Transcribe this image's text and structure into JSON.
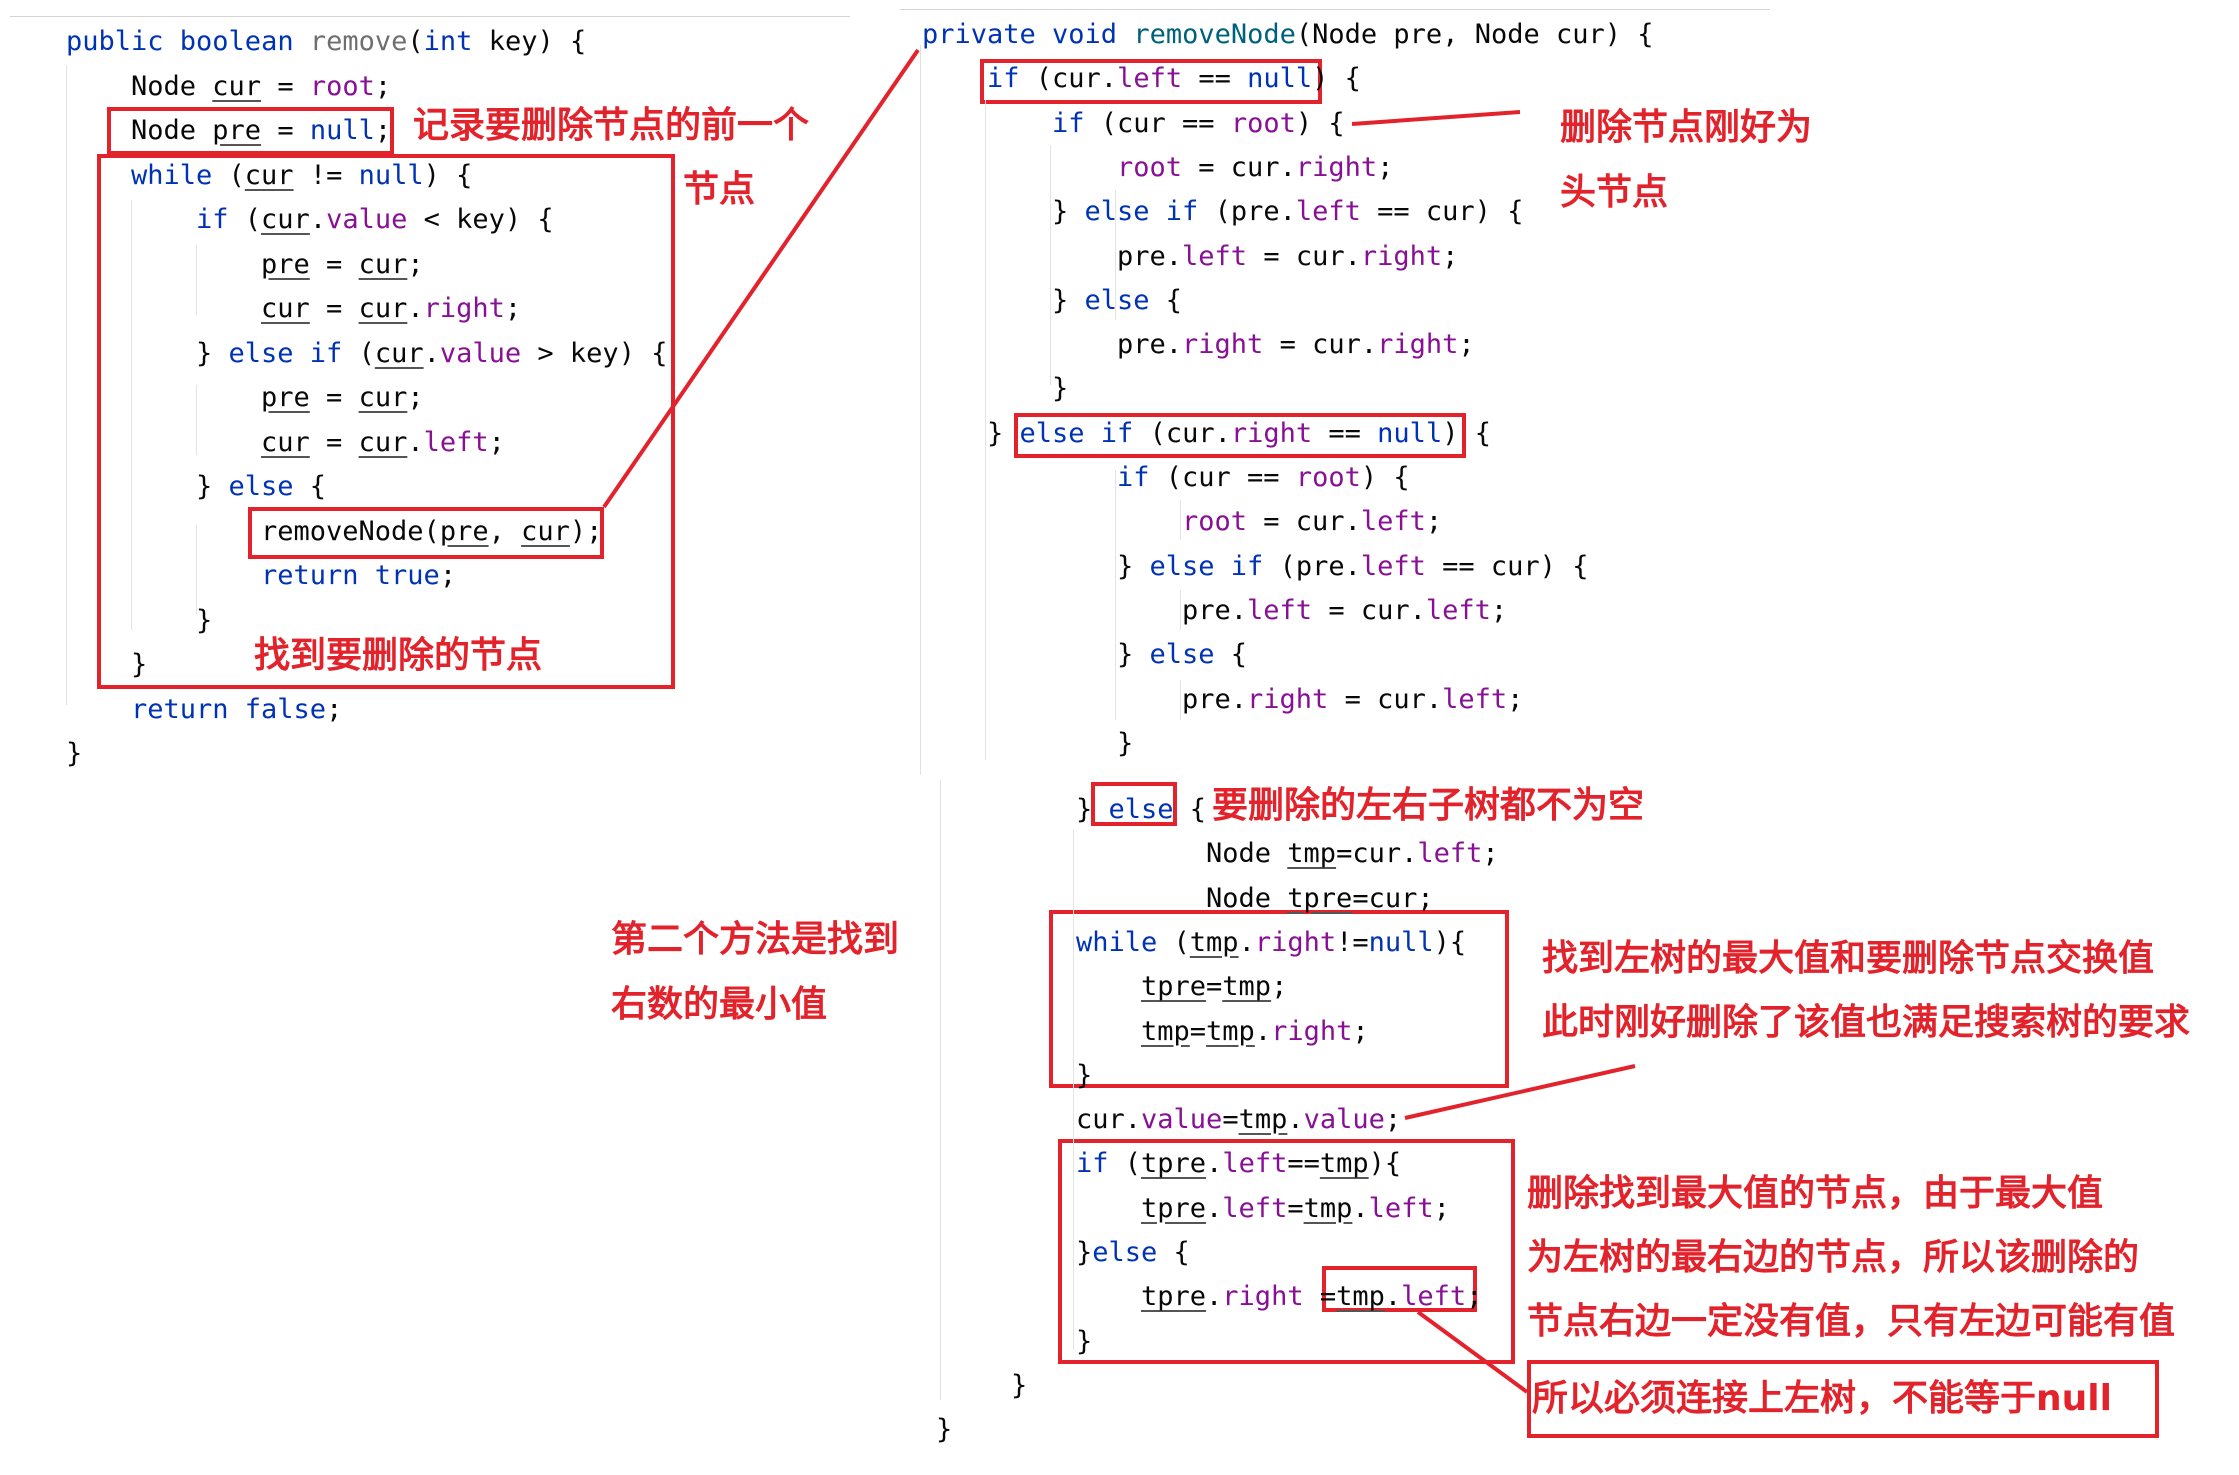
{
  "colors": {
    "annotation": "#e3232c",
    "keyword": "#0033b3",
    "field": "#871094",
    "method": "#00627a"
  },
  "left_code": [
    [
      [
        "public boolean ",
        "kw"
      ],
      [
        "remove",
        "gray"
      ],
      [
        "(",
        "p"
      ],
      [
        "int",
        "kw"
      ],
      [
        " key) {",
        "p"
      ]
    ],
    [
      [
        "Node ",
        "p"
      ],
      [
        "cur",
        "v"
      ],
      [
        " = ",
        "p"
      ],
      [
        "root",
        "f"
      ],
      [
        ";",
        "p"
      ]
    ],
    [
      [
        "Node ",
        "p"
      ],
      [
        "pre",
        "v"
      ],
      [
        " = ",
        "p"
      ],
      [
        "null",
        "kw"
      ],
      [
        ";",
        "p"
      ]
    ],
    [
      [
        "while",
        "kw"
      ],
      [
        " (",
        "p"
      ],
      [
        "cur",
        "v"
      ],
      [
        " != ",
        "p"
      ],
      [
        "null",
        "kw"
      ],
      [
        ") {",
        "p"
      ]
    ],
    [
      [
        "if",
        "kw"
      ],
      [
        " (",
        "p"
      ],
      [
        "cur",
        "v"
      ],
      [
        ".",
        "p"
      ],
      [
        "value",
        "f"
      ],
      [
        " < key) {",
        "p"
      ]
    ],
    [
      [
        "pre",
        "v"
      ],
      [
        " = ",
        "p"
      ],
      [
        "cur",
        "v"
      ],
      [
        ";",
        "p"
      ]
    ],
    [
      [
        "cur",
        "v"
      ],
      [
        " = ",
        "p"
      ],
      [
        "cur",
        "v"
      ],
      [
        ".",
        "p"
      ],
      [
        "right",
        "f"
      ],
      [
        ";",
        "p"
      ]
    ],
    [
      [
        "} ",
        "p"
      ],
      [
        "else if",
        "kw"
      ],
      [
        " (",
        "p"
      ],
      [
        "cur",
        "v"
      ],
      [
        ".",
        "p"
      ],
      [
        "value",
        "f"
      ],
      [
        " > key) {",
        "p"
      ]
    ],
    [
      [
        "pre",
        "v"
      ],
      [
        " = ",
        "p"
      ],
      [
        "cur",
        "v"
      ],
      [
        ";",
        "p"
      ]
    ],
    [
      [
        "cur",
        "v"
      ],
      [
        " = ",
        "p"
      ],
      [
        "cur",
        "v"
      ],
      [
        ".",
        "p"
      ],
      [
        "left",
        "f"
      ],
      [
        ";",
        "p"
      ]
    ],
    [
      [
        "} ",
        "p"
      ],
      [
        "else",
        "kw"
      ],
      [
        " {",
        "p"
      ]
    ],
    [
      [
        "removeNode(",
        "p"
      ],
      [
        "pre",
        "v"
      ],
      [
        ", ",
        "p"
      ],
      [
        "cur",
        "v"
      ],
      [
        ");",
        "p"
      ]
    ],
    [
      [
        "return true",
        "kw"
      ],
      [
        ";",
        "p"
      ]
    ],
    [
      [
        "}",
        "p"
      ]
    ],
    [
      [
        "}",
        "p"
      ]
    ],
    [
      [
        "return false",
        "kw"
      ],
      [
        ";",
        "p"
      ]
    ],
    [
      [
        "}",
        "p"
      ]
    ]
  ],
  "right_code": [
    [
      [
        "private void ",
        "kw"
      ],
      [
        "removeNode",
        "fn"
      ],
      [
        "(Node pre, Node cur) {",
        "p"
      ]
    ],
    [
      [
        "if",
        "kw"
      ],
      [
        " (cur.",
        "p"
      ],
      [
        "left",
        "f"
      ],
      [
        " == ",
        "p"
      ],
      [
        "null",
        "kw"
      ],
      [
        ") {",
        "p"
      ]
    ],
    [
      [
        "if",
        "kw"
      ],
      [
        " (cur == ",
        "p"
      ],
      [
        "root",
        "f"
      ],
      [
        ") {",
        "p"
      ]
    ],
    [
      [
        "root",
        "f"
      ],
      [
        " = cur.",
        "p"
      ],
      [
        "right",
        "f"
      ],
      [
        ";",
        "p"
      ]
    ],
    [
      [
        "} ",
        "p"
      ],
      [
        "else if",
        "kw"
      ],
      [
        " (pre.",
        "p"
      ],
      [
        "left",
        "f"
      ],
      [
        " == cur) {",
        "p"
      ]
    ],
    [
      [
        "pre.",
        "p"
      ],
      [
        "left",
        "f"
      ],
      [
        " = cur.",
        "p"
      ],
      [
        "right",
        "f"
      ],
      [
        ";",
        "p"
      ]
    ],
    [
      [
        "} ",
        "p"
      ],
      [
        "else",
        "kw"
      ],
      [
        " {",
        "p"
      ]
    ],
    [
      [
        "pre.",
        "p"
      ],
      [
        "right",
        "f"
      ],
      [
        " = cur.",
        "p"
      ],
      [
        "right",
        "f"
      ],
      [
        ";",
        "p"
      ]
    ],
    [
      [
        "}",
        "p"
      ]
    ],
    [
      [
        "} ",
        "p"
      ],
      [
        "else if",
        "kw"
      ],
      [
        " (cur.",
        "p"
      ],
      [
        "right",
        "f"
      ],
      [
        " == ",
        "p"
      ],
      [
        "null",
        "kw"
      ],
      [
        ") {",
        "p"
      ]
    ],
    [
      [
        "if",
        "kw"
      ],
      [
        " (cur == ",
        "p"
      ],
      [
        "root",
        "f"
      ],
      [
        ") {",
        "p"
      ]
    ],
    [
      [
        "root",
        "f"
      ],
      [
        " = cur.",
        "p"
      ],
      [
        "left",
        "f"
      ],
      [
        ";",
        "p"
      ]
    ],
    [
      [
        "} ",
        "p"
      ],
      [
        "else if",
        "kw"
      ],
      [
        " (pre.",
        "p"
      ],
      [
        "left",
        "f"
      ],
      [
        " == cur) {",
        "p"
      ]
    ],
    [
      [
        "pre.",
        "p"
      ],
      [
        "left",
        "f"
      ],
      [
        " = cur.",
        "p"
      ],
      [
        "left",
        "f"
      ],
      [
        ";",
        "p"
      ]
    ],
    [
      [
        "} ",
        "p"
      ],
      [
        "else",
        "kw"
      ],
      [
        " {",
        "p"
      ]
    ],
    [
      [
        "pre.",
        "p"
      ],
      [
        "right",
        "f"
      ],
      [
        " = cur.",
        "p"
      ],
      [
        "left",
        "f"
      ],
      [
        ";",
        "p"
      ]
    ],
    [
      [
        "}",
        "p"
      ]
    ]
  ],
  "bottom_code": [
    [
      [
        "} ",
        "p"
      ],
      [
        "else",
        "kw"
      ],
      [
        " {",
        "p"
      ]
    ],
    [
      [
        "Node ",
        "p"
      ],
      [
        "tmp",
        "v"
      ],
      [
        "=cur.",
        "p"
      ],
      [
        "left",
        "f"
      ],
      [
        ";",
        "p"
      ]
    ],
    [
      [
        "Node ",
        "p"
      ],
      [
        "tpre",
        "v"
      ],
      [
        "=cur;",
        "p"
      ]
    ],
    [
      [
        "while",
        "kw"
      ],
      [
        " (",
        "p"
      ],
      [
        "tmp",
        "v"
      ],
      [
        ".",
        "p"
      ],
      [
        "right",
        "f"
      ],
      [
        "!=",
        "p"
      ],
      [
        "null",
        "kw"
      ],
      [
        "){",
        "p"
      ]
    ],
    [
      [
        "tpre",
        "v"
      ],
      [
        "=",
        "p"
      ],
      [
        "tmp",
        "v"
      ],
      [
        ";",
        "p"
      ]
    ],
    [
      [
        "tmp",
        "v"
      ],
      [
        "=",
        "p"
      ],
      [
        "tmp",
        "v"
      ],
      [
        ".",
        "p"
      ],
      [
        "right",
        "f"
      ],
      [
        ";",
        "p"
      ]
    ],
    [
      [
        "}",
        "p"
      ]
    ],
    [
      [
        "cur.",
        "p"
      ],
      [
        "value",
        "f"
      ],
      [
        "=",
        "p"
      ],
      [
        "tmp",
        "v"
      ],
      [
        ".",
        "p"
      ],
      [
        "value",
        "f"
      ],
      [
        ";",
        "p"
      ]
    ],
    [
      [
        "if",
        "kw"
      ],
      [
        " (",
        "p"
      ],
      [
        "tpre",
        "v"
      ],
      [
        ".",
        "p"
      ],
      [
        "left",
        "f"
      ],
      [
        "==",
        "p"
      ],
      [
        "tmp",
        "v"
      ],
      [
        "){",
        "p"
      ]
    ],
    [
      [
        "tpre",
        "v"
      ],
      [
        ".",
        "p"
      ],
      [
        "left",
        "f"
      ],
      [
        "=",
        "p"
      ],
      [
        "tmp",
        "v"
      ],
      [
        ".",
        "p"
      ],
      [
        "left",
        "f"
      ],
      [
        ";",
        "p"
      ]
    ],
    [
      [
        "}",
        "p"
      ],
      [
        "else",
        "kw"
      ],
      [
        " {",
        "p"
      ]
    ],
    [
      [
        "tpre",
        "v"
      ],
      [
        ".",
        "p"
      ],
      [
        "right",
        "f"
      ],
      [
        " =",
        "p"
      ],
      [
        "tmp",
        "v"
      ],
      [
        ".",
        "p"
      ],
      [
        "left",
        "f"
      ],
      [
        ";",
        "p"
      ]
    ],
    [
      [
        "}",
        "p"
      ]
    ],
    [
      [
        "}",
        "p"
      ]
    ],
    [
      [
        "}",
        "p"
      ]
    ]
  ],
  "annotations": {
    "prev_node": "记录要删除节点的前一个",
    "prev_node_2": "节点",
    "find_node": "找到要删除的节点",
    "head_node": "删除节点刚好为",
    "head_node_2": "头节点",
    "both_subtrees": "要删除的左右子树都不为空",
    "second_method": "第二个方法是找到",
    "second_method_2": "右数的最小值",
    "swap_1": "找到左树的最大值和要删除节点交换值",
    "swap_2": "此时刚好删除了该值也满足搜索树的要求",
    "delete_max_1": "删除找到最大值的节点，由于最大值",
    "delete_max_2": "为左树的最右边的节点，所以该删除的",
    "delete_max_3": "节点右边一定没有值，只有左边可能有值",
    "must_link": "所以必须连接上左树，不能等于null"
  }
}
